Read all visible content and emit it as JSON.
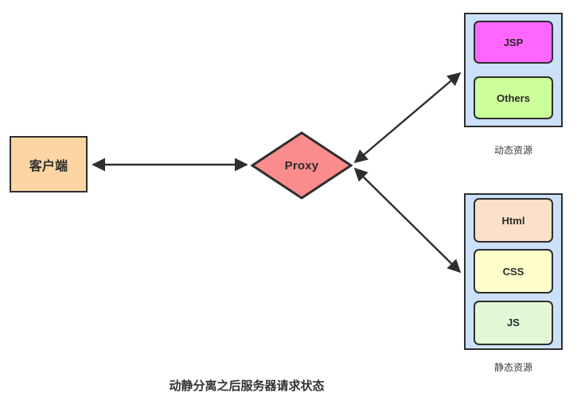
{
  "figure": {
    "title": "动静分离之后服务器请求状态",
    "background_color": "#ffffff",
    "stroke_color": "#2e2e2e"
  },
  "nodes": {
    "client": {
      "label": "客户端",
      "shape": "rectangle",
      "fill_color": "#fcd5a3"
    },
    "proxy": {
      "label": "Proxy",
      "shape": "diamond",
      "fill_color": "#fa8c8c"
    }
  },
  "groups": [
    {
      "name": "dynamic-resources",
      "caption": "动态资源",
      "fill_color": "#cce0f9",
      "items": [
        {
          "label": "JSP",
          "fill_color": "#ff66ff"
        },
        {
          "label": "Others",
          "fill_color": "#ccff99"
        }
      ]
    },
    {
      "name": "static-resources",
      "caption": "静态资源",
      "fill_color": "#cce0f9",
      "items": [
        {
          "label": "Html",
          "fill_color": "#fce0c8"
        },
        {
          "label": "CSS",
          "fill_color": "#ffffcc"
        },
        {
          "label": "JS",
          "fill_color": "#e3f8d6"
        }
      ]
    }
  ],
  "connectors": [
    {
      "name": "client-proxy",
      "from": "客户端",
      "to": "Proxy",
      "direction": "bidirectional"
    },
    {
      "name": "proxy-dynamic",
      "from": "Proxy",
      "to": "动态资源",
      "direction": "bidirectional"
    },
    {
      "name": "proxy-static",
      "from": "Proxy",
      "to": "静态资源",
      "direction": "bidirectional"
    }
  ]
}
